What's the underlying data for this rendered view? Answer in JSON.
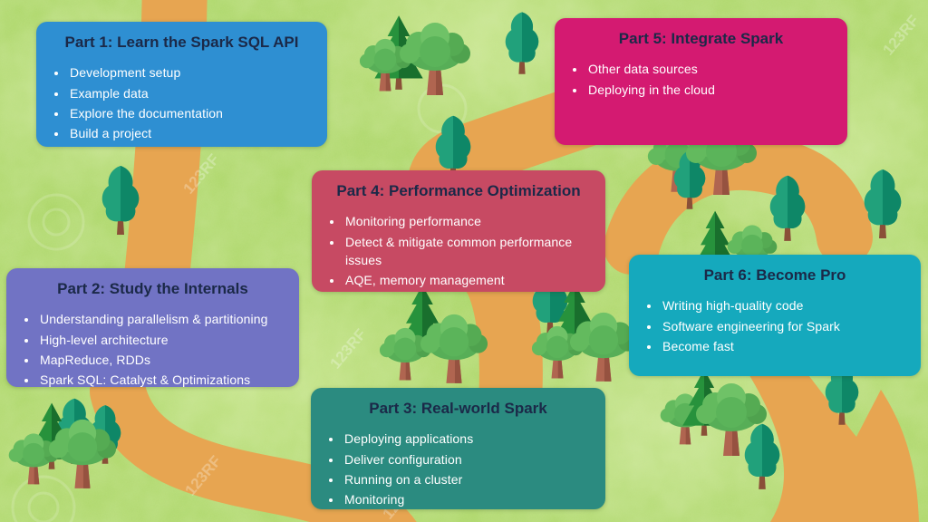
{
  "theme": {
    "grass_color": "#abd566",
    "trail_color": "#e7a551",
    "card_title_color": "#1b2948",
    "card_text_color": "#ffffff"
  },
  "watermark": {
    "text": "123RF"
  },
  "background": {
    "scene": "illustrated map with winding orange trails and trees",
    "icons": [
      "green-tree-icon",
      "teal-tree-icon",
      "pine-tree-icon",
      "trail-path"
    ]
  },
  "cards": [
    {
      "id": "part-1",
      "title": "Part 1: Learn the Spark SQL API",
      "color": "#2e8fd2",
      "bullets": [
        "Development setup",
        "Example data",
        "Explore the documentation",
        "Build a project"
      ]
    },
    {
      "id": "part-2",
      "title": "Part 2: Study the Internals",
      "color": "#7173c4",
      "bullets": [
        "Understanding parallelism & partitioning",
        "High-level architecture",
        "MapReduce, RDDs",
        "Spark SQL: Catalyst & Optimizations"
      ]
    },
    {
      "id": "part-3",
      "title": "Part 3: Real-world Spark",
      "color": "#2b8b80",
      "bullets": [
        "Deploying applications",
        "Deliver configuration",
        "Running on a cluster",
        "Monitoring"
      ]
    },
    {
      "id": "part-4",
      "title": "Part 4: Performance Optimization",
      "color": "#c74a63",
      "bullets": [
        "Monitoring performance",
        "Detect & mitigate common performance issues",
        "AQE, memory management"
      ]
    },
    {
      "id": "part-5",
      "title": "Part 5: Integrate Spark",
      "color": "#d41a71",
      "bullets": [
        "Other data sources",
        "Deploying in the cloud"
      ]
    },
    {
      "id": "part-6",
      "title": "Part 6: Become Pro",
      "color": "#15a9bd",
      "bullets": [
        "Writing high-quality code",
        "Software engineering for Spark",
        "Become fast"
      ]
    }
  ]
}
